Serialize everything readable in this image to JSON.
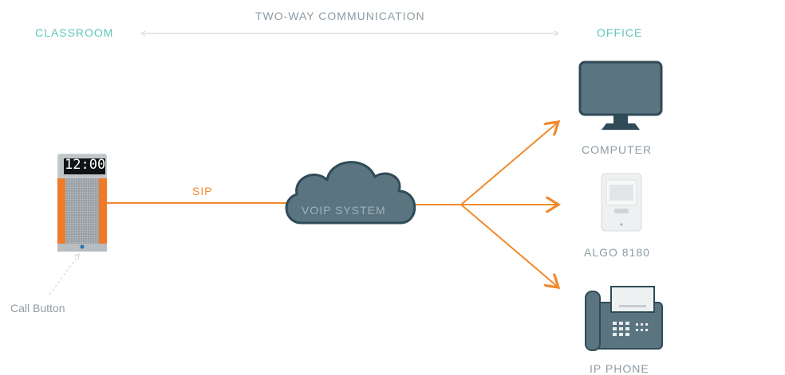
{
  "header": {
    "left": "CLASSROOM",
    "center": "TWO-WAY COMMUNICATION",
    "right": "OFFICE"
  },
  "connection": {
    "protocol": "SIP",
    "cloud": "VOIP SYSTEM"
  },
  "device": {
    "clock": "12:00",
    "call_button": "Call Button"
  },
  "endpoints": [
    "COMPUTER",
    "ALGO 8180",
    "IP PHONE"
  ],
  "colors": {
    "teal": "#5ec6b8",
    "orange": "#f08a2c",
    "slate": "#5a7480",
    "outline": "#2f4b57",
    "grey_text": "#8d9ba4"
  }
}
